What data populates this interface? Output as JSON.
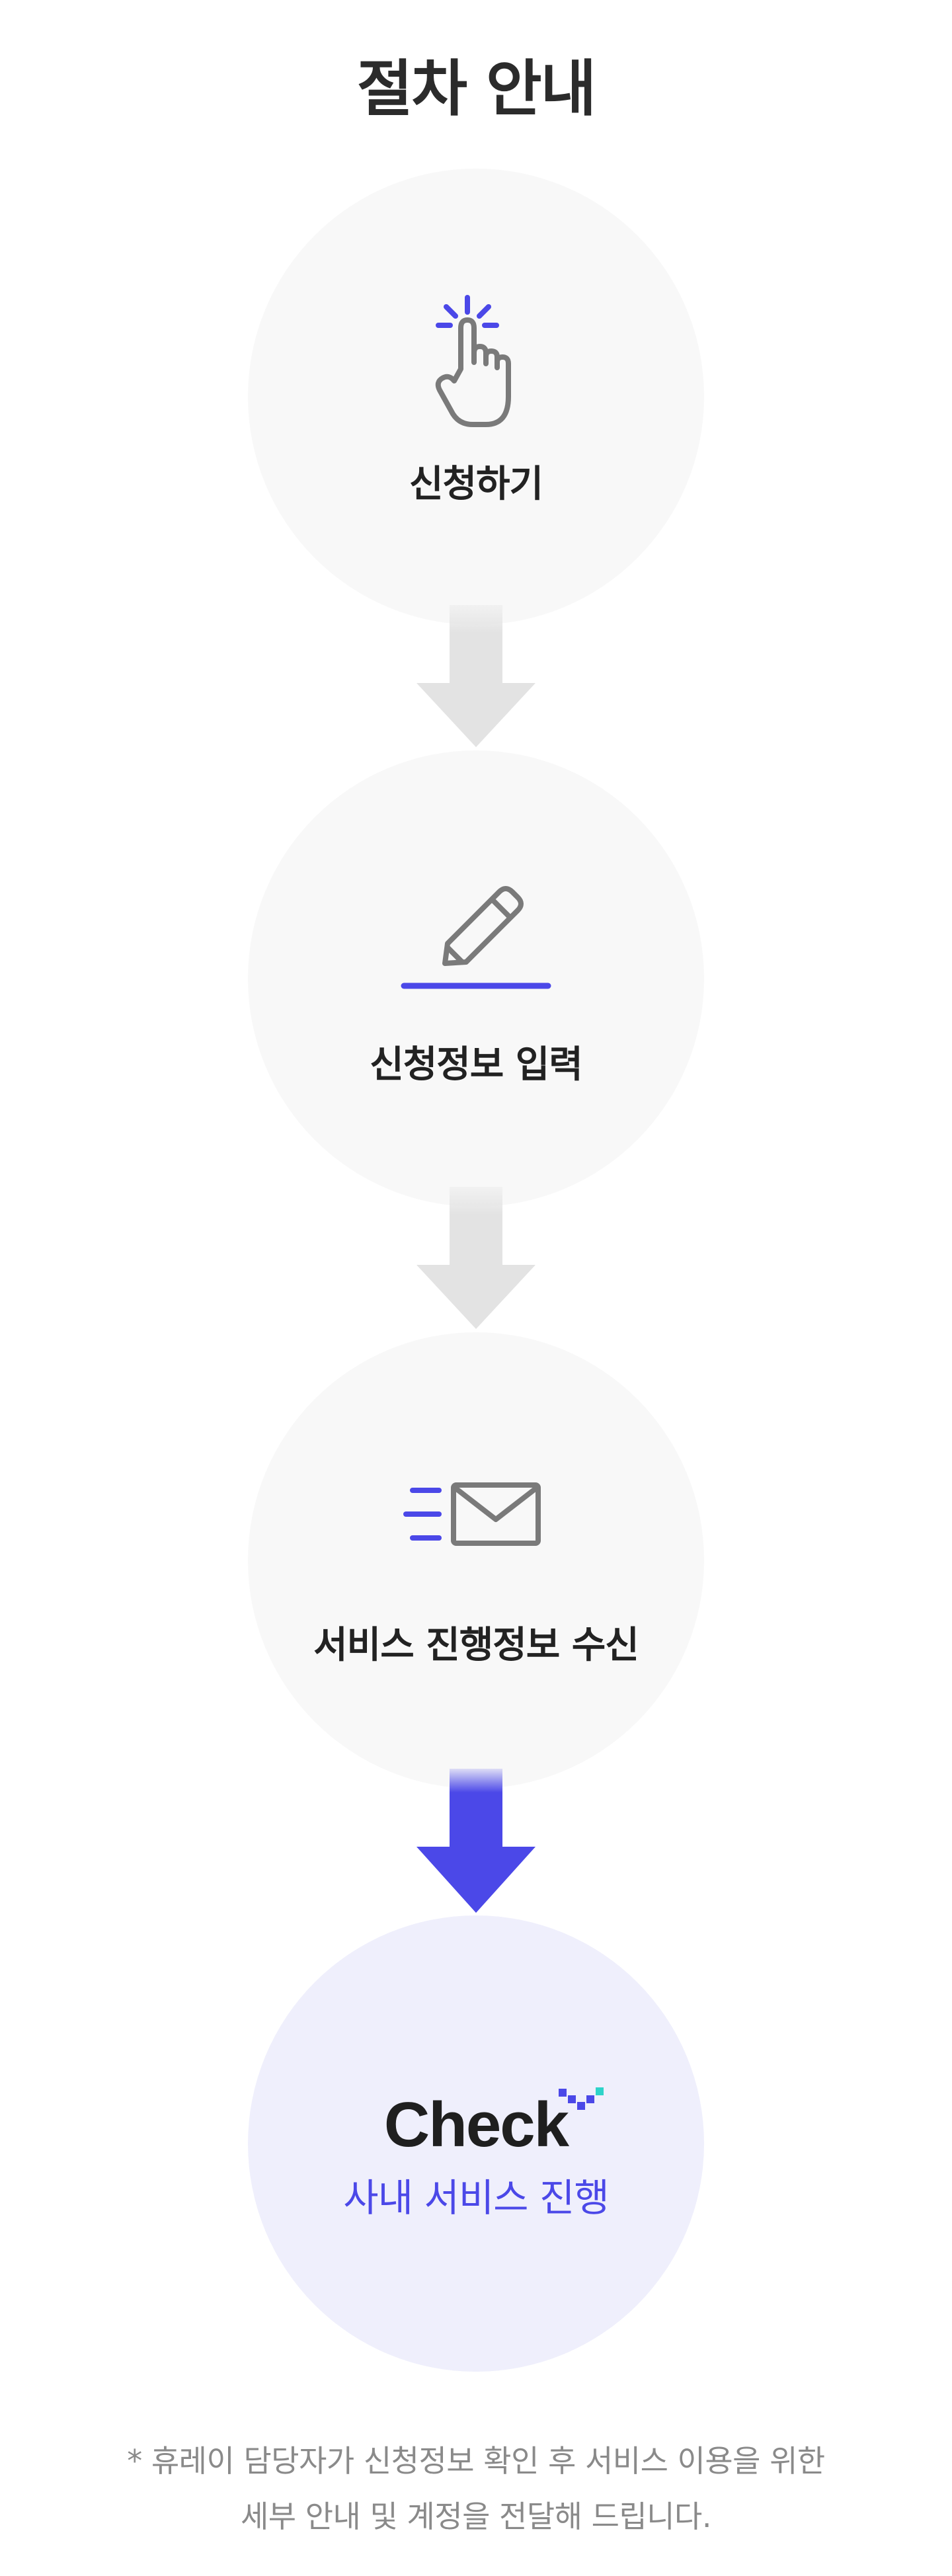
{
  "title": "절차 안내",
  "steps": [
    {
      "label": "신청하기",
      "icon": "tap-icon"
    },
    {
      "label": "신청정보 입력",
      "icon": "pencil-icon"
    },
    {
      "label": "서비스 진행정보 수신",
      "icon": "mail-icon"
    }
  ],
  "final_step": {
    "logo_text": "Check",
    "label": "사내 서비스 진행"
  },
  "footnote": {
    "line1": "* 휴레이 담당자가 신청정보 확인 후 서비스 이용을 위한",
    "line2": "세부 안내 및 계정을 전달해 드립니다."
  },
  "colors": {
    "accent": "#4b48e8",
    "circle_bg": "#f8f8f8",
    "final_circle_bg": "#efeffc",
    "arrow_gray": "#e3e3e3",
    "icon_gray": "#7a7a7a",
    "teal": "#2ed3c9"
  }
}
